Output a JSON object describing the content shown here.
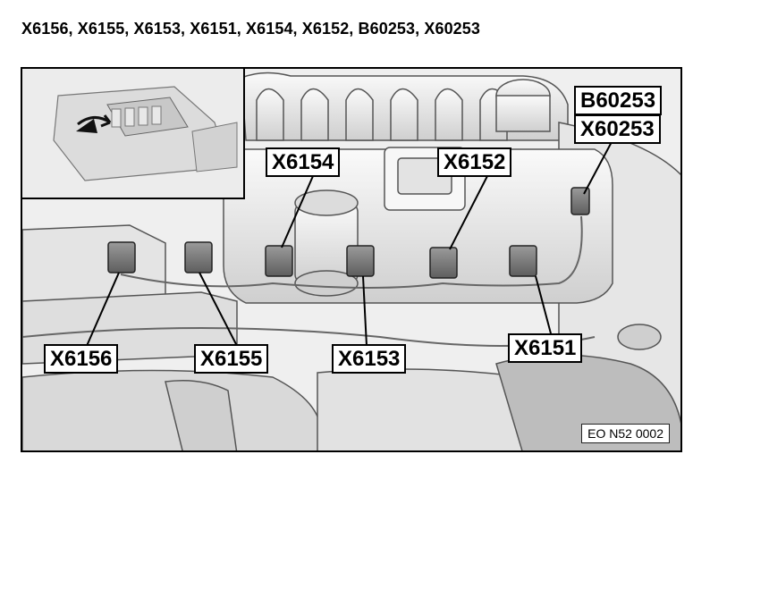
{
  "title": "X6156, X6155, X6153, X6151, X6154, X6152, B60253, X60253",
  "figure": {
    "figure_code": "EO N52 0002",
    "callouts": {
      "x6154": "X6154",
      "x6152": "X6152",
      "b60253": "B60253",
      "x60253": "X60253",
      "x6156": "X6156",
      "x6155": "X6155",
      "x6153": "X6153",
      "x6151": "X6151"
    },
    "inset_icon": "arrow-pointer-icon"
  }
}
